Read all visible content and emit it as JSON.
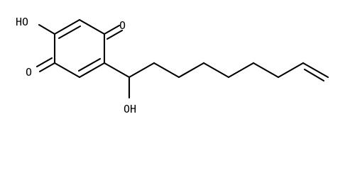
{
  "molecule": {
    "labels": {
      "hydroxyl_top_left": "HO",
      "carbonyl_top_right": "O",
      "carbonyl_bottom_left": "O",
      "hydroxyl_side_chain": "OH"
    },
    "colors": {
      "bond": "#000000",
      "text": "#000000",
      "background": "#ffffff"
    }
  }
}
